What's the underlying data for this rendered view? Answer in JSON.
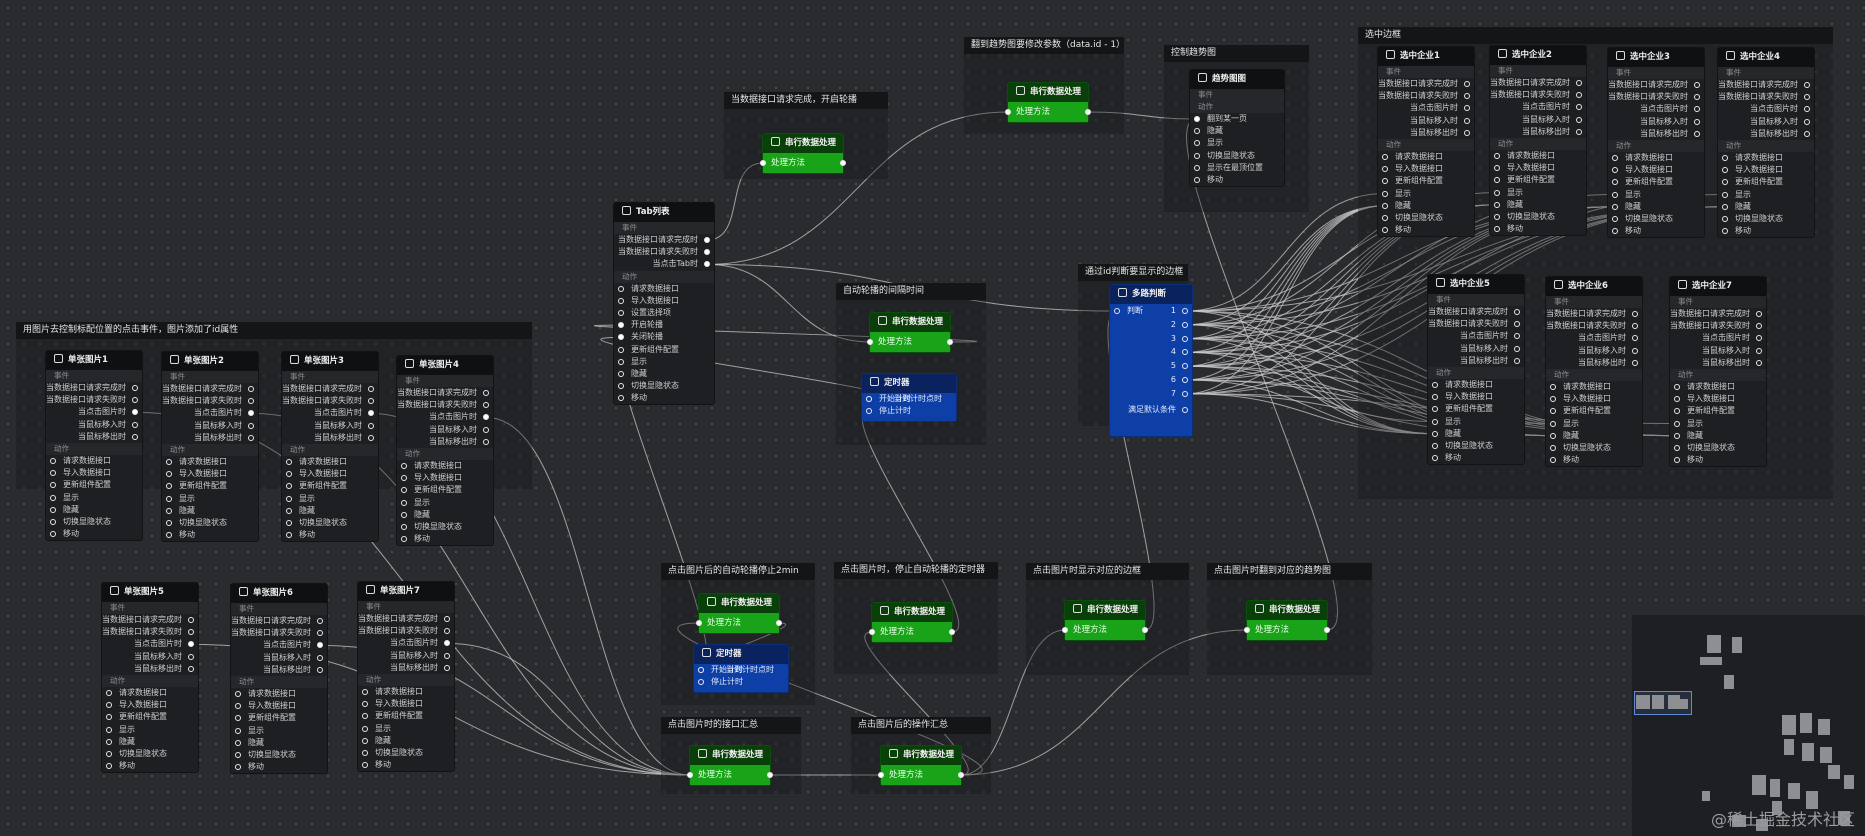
{
  "colors": {
    "canvas_bg": "#2a2b2e",
    "green_node": "#138a12",
    "blue_node": "#0d3fa6"
  },
  "labels": {
    "events": "事件",
    "actions": "动作",
    "serial": "串行数据处理",
    "method": "处理方法",
    "timer": "定时器",
    "start_timer": "开始计时",
    "stop_timer": "停止计时",
    "timer_done": "当到计时点时"
  },
  "component_events": [
    "当数据接口请求完成时",
    "当数据接口请求失败时",
    "当点击图片时",
    "当鼠标移入时",
    "当鼠标移出时"
  ],
  "component_actions": [
    "请求数据接口",
    "导入数据接口",
    "更新组件配置",
    "显示",
    "隐藏",
    "切换显隐状态",
    "移动"
  ],
  "groups": {
    "image_click": "用图片去控制标配位置的点击事件，图片添加了id属性",
    "tab_carousel": "当数据接口请求完成，开启轮播",
    "trend_update": "翻到趋势图要修改参数（data.id - 1）",
    "trend_control": "控制趋势图",
    "selected_box": "选中边框",
    "auto_interval": "自动轮播的间隔时间",
    "switch_border": "通过id判断要显示的边框",
    "click_stop_2min": "点击图片后的自动轮播停止2min",
    "click_stop_timer": "点击图片时，停止自动轮播的定时器",
    "click_show_border": "点击图片时显示对应的边框",
    "click_flip_trend": "点击图片时翻到对应的趋势图",
    "click_api_summary": "点击图片时的接口汇总",
    "click_action_summary": "点击图片后的操作汇总"
  },
  "images": [
    "单张图片1",
    "单张图片2",
    "单张图片3",
    "单张图片4",
    "单张图片5",
    "单张图片6",
    "单张图片7"
  ],
  "enterprises": [
    "选中企业1",
    "选中企业2",
    "选中企业3",
    "选中企业4",
    "选中企业5",
    "选中企业6",
    "选中企业7"
  ],
  "tab_list": {
    "title": "Tab列表",
    "events": [
      "当数据接口请求完成时",
      "当数据接口请求失败时",
      "当点击Tab时"
    ],
    "actions": [
      "请求数据接口",
      "导入数据接口",
      "设置选择项",
      "开启轮播",
      "关闭轮播",
      "更新组件配置",
      "显示",
      "隐藏",
      "切换显隐状态",
      "移动"
    ]
  },
  "trend_chart": {
    "title": "趋势图图",
    "actions": [
      "翻到某一页",
      "隐藏",
      "显示",
      "切换显隐状态",
      "显示在最顶位置",
      "移动"
    ]
  },
  "multi_switch": {
    "title": "多路判断",
    "input": "判断",
    "outputs": [
      "1",
      "2",
      "3",
      "4",
      "5",
      "6",
      "7"
    ],
    "default": "满足默认条件"
  },
  "watermark": "@稀土掘金技术社区"
}
